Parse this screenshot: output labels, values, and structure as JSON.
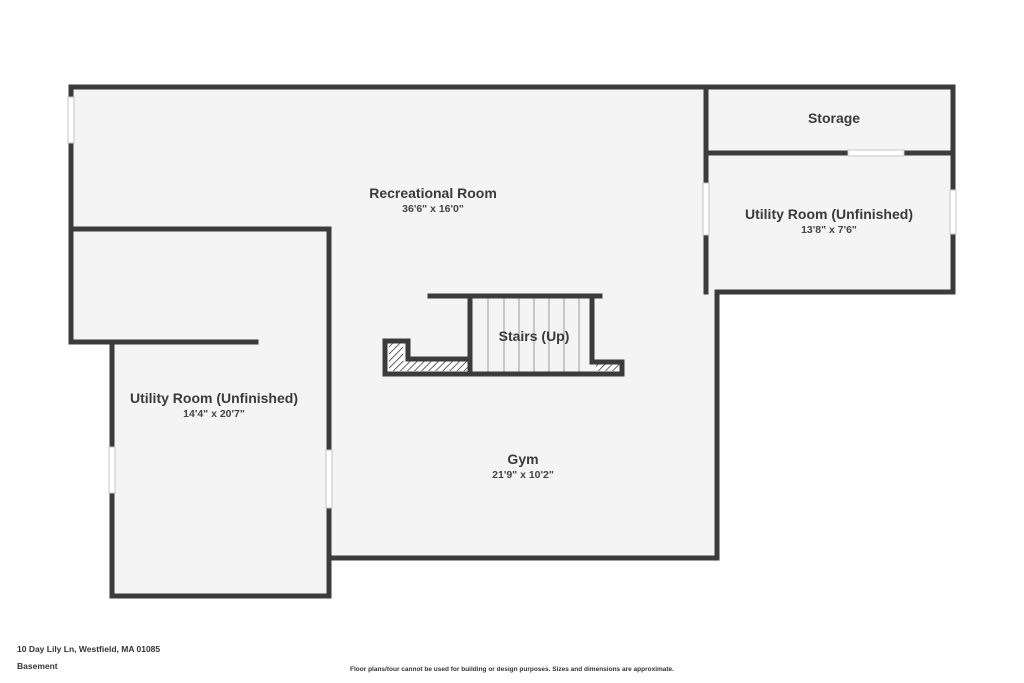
{
  "rooms": {
    "recreational": {
      "name": "Recreational Room",
      "dims": "36'6\" x 16'0\""
    },
    "storage": {
      "name": "Storage"
    },
    "utility_right": {
      "name": "Utility Room (Unfinished)",
      "dims": "13'8\" x 7'6\""
    },
    "stairs": {
      "name": "Stairs (Up)"
    },
    "utility_left": {
      "name": "Utility Room (Unfinished)",
      "dims": "14'4\" x 20'7\""
    },
    "gym": {
      "name": "Gym",
      "dims": "21'9\" x 10'2\""
    }
  },
  "footer": {
    "address": "10 Day Lily Ln, Westfield, MA 01085",
    "floor": "Basement",
    "disclaimer": "Floor plans/tour cannot be used for building or design purposes. Sizes and dimensions are approximate."
  },
  "colors": {
    "wall": "#3b3b3b",
    "floor": "#f4f4f4",
    "opening": "#cfcfcf"
  }
}
